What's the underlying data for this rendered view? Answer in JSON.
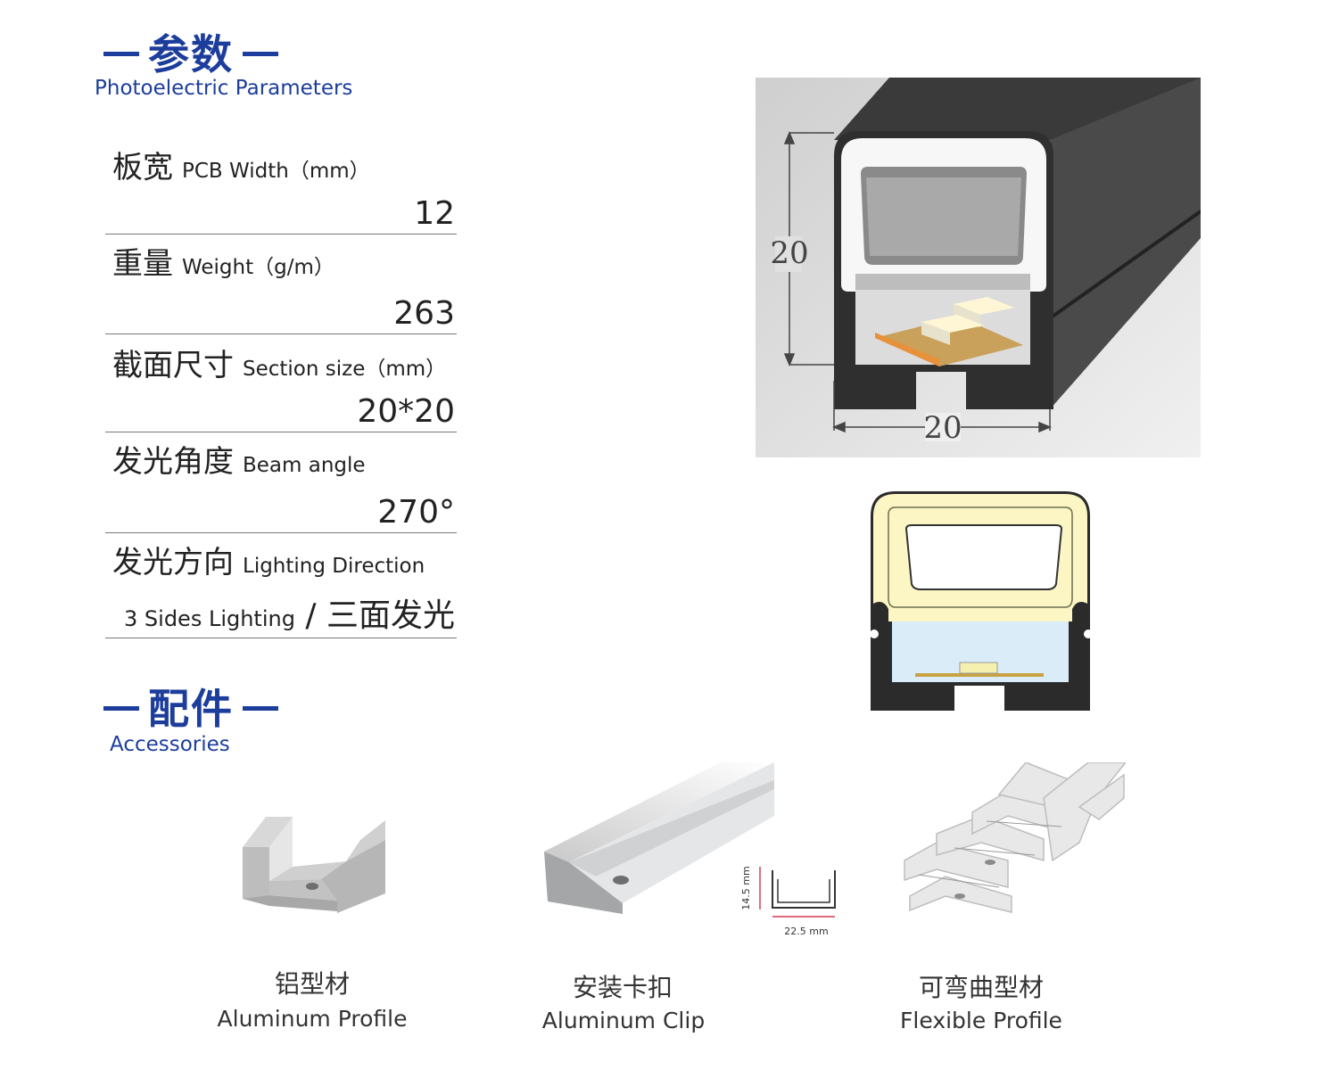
{
  "params_section": {
    "title_zh": "参数",
    "subtitle_en": "Photoelectric Parameters",
    "items": [
      {
        "label_zh": "板宽",
        "label_en": "PCB Width（mm）",
        "value": "12"
      },
      {
        "label_zh": "重量",
        "label_en": "Weight（g/m）",
        "value": "263"
      },
      {
        "label_zh": "截面尺寸",
        "label_en": "Section size（mm）",
        "value": "20*20"
      },
      {
        "label_zh": "发光角度",
        "label_en": "Beam angle",
        "value": "270°"
      },
      {
        "label_zh": "发光方向",
        "label_en": "Lighting Direction",
        "value_en": "3 Sides Lighting",
        "value_zh": "/ 三面发光"
      }
    ]
  },
  "product_drawing": {
    "height_label": "20",
    "width_label": "20"
  },
  "accessories_section": {
    "title_zh": "配件",
    "subtitle_en": "Accessories",
    "items": [
      {
        "name_zh": "铝型材",
        "name_en": "Aluminum Profile"
      },
      {
        "name_zh": "安装卡扣",
        "name_en": "Aluminum Clip"
      },
      {
        "name_zh": "可弯曲型材",
        "name_en": "Flexible Profile"
      }
    ],
    "clip_dims": {
      "height": "14.5 mm",
      "width": "22.5 mm"
    }
  },
  "colors": {
    "accent": "#1c3d9c",
    "profile_body": "#2f2f2f",
    "lens_yellow": "#fbf6c4",
    "lens_blue": "#d9ecf8"
  }
}
